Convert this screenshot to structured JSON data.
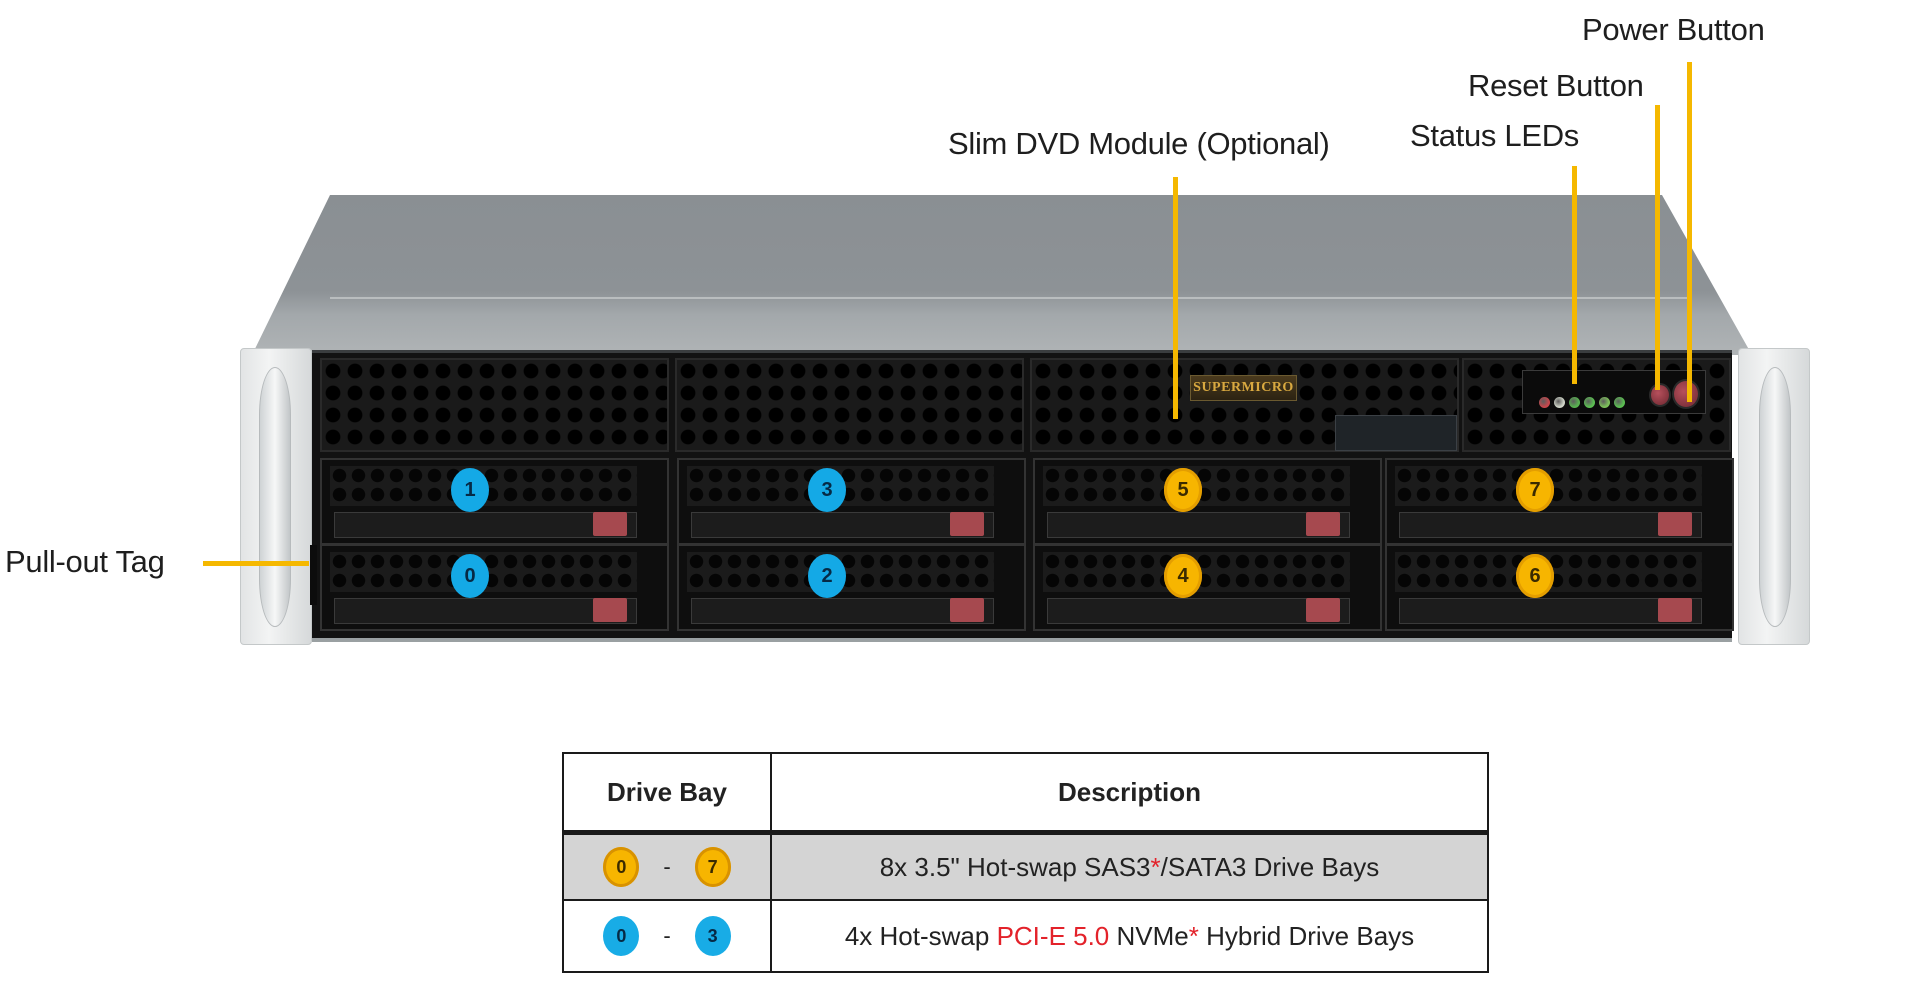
{
  "callouts": {
    "power_button": "Power Button",
    "reset_button": "Reset Button",
    "status_leds": "Status LEDs",
    "slim_dvd": "Slim DVD Module (Optional)",
    "pull_out_tag": "Pull-out Tag"
  },
  "front_panel": {
    "logo": "SUPERMICRO",
    "led_colors": [
      "#c7474d",
      "#cfd4c8",
      "#57b34f",
      "#5bbf52",
      "#7cc05a",
      "#5bbf52"
    ],
    "leader_color": "#f5b800"
  },
  "drive_bays": [
    {
      "label": "1",
      "type": "nvme",
      "color": "blue"
    },
    {
      "label": "0",
      "type": "nvme",
      "color": "blue"
    },
    {
      "label": "3",
      "type": "nvme",
      "color": "blue"
    },
    {
      "label": "2",
      "type": "nvme",
      "color": "blue"
    },
    {
      "label": "5",
      "type": "sas-sata",
      "color": "yellow"
    },
    {
      "label": "4",
      "type": "sas-sata",
      "color": "yellow"
    },
    {
      "label": "7",
      "type": "sas-sata",
      "color": "yellow"
    },
    {
      "label": "6",
      "type": "sas-sata",
      "color": "yellow"
    }
  ],
  "table": {
    "headers": [
      "Drive Bay",
      "Description"
    ],
    "rows": [
      {
        "bay_from": "0",
        "bay_to": "7",
        "badge_color": "yellow",
        "separator": "-",
        "desc_parts": [
          "8x 3.5\" Hot-swap  SAS3",
          "*",
          "/SATA3 Drive  Bays"
        ]
      },
      {
        "bay_from": "0",
        "bay_to": "3",
        "badge_color": "blue",
        "separator": "-",
        "desc_parts": [
          "4x Hot-swap ",
          "PCI-E  5.0",
          " NVMe",
          "*",
          " Hybrid  Drive  Bays"
        ]
      }
    ]
  },
  "colors": {
    "nvme_badge": "#14a9e6",
    "sas_badge": "#f7b500",
    "highlight_red": "#e3222a",
    "row_shade": "#d4d4d4"
  }
}
